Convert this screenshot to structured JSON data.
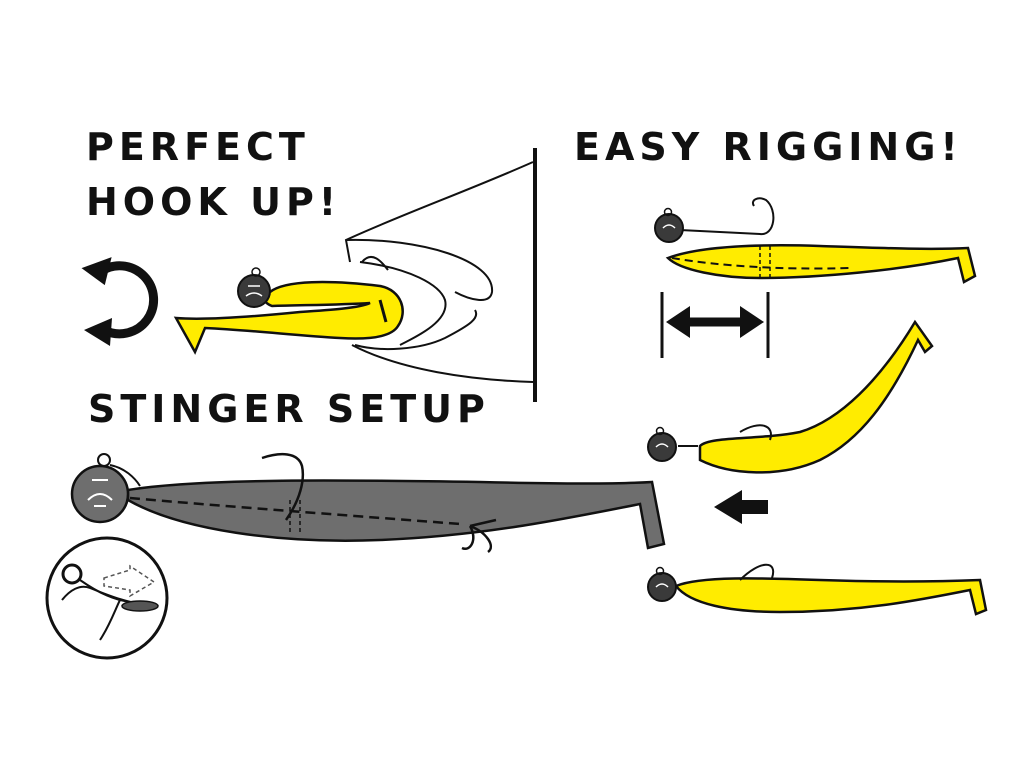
{
  "headings": {
    "perfect_line1": "PERFECT",
    "perfect_line2": "HOOK UP!",
    "easy_rigging": "EASY RIGGING!",
    "stinger_setup": "STINGER SETUP"
  },
  "colors": {
    "lure_yellow": "#FFEC00",
    "lure_grey": "#6E6E6E",
    "jig_head": "#3A3A3A",
    "outline": "#111111",
    "background": "#FFFFFF"
  },
  "icons": {
    "rotate": "rotate-arrow-icon",
    "double_arrow": "double-arrow-icon",
    "left_arrow": "left-arrow-icon",
    "stinger_detail": "stinger-detail-icon"
  }
}
